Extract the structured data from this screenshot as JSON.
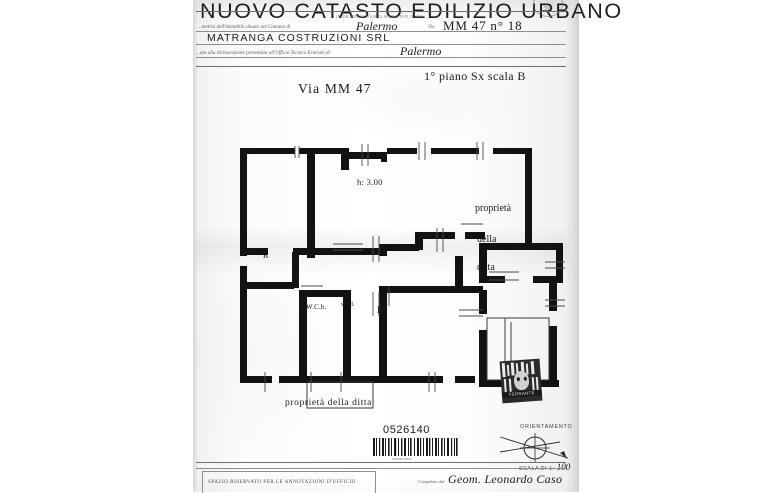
{
  "document": {
    "title": "NUOVO CATASTO EDILIZIO URBANO",
    "subtitle": "(R. DECRETO-LEGGE 13 APRILE 1939, N. 652)",
    "corner_stamp": "20"
  },
  "form": {
    "line1_label": "...metria dell'immobile situato nel Comune di",
    "line1_value": "Palermo",
    "via_label": "Via",
    "via_value": "MM 47 n° 18",
    "owner_value": "MATRANGA COSTRUZIONI SRL",
    "line3_label": "...ata alla dichiarazione presentata all'Ufficio Tecnico Erariale di",
    "line3_value": "Palermo"
  },
  "plan": {
    "street_note": "Via MM 47",
    "floor_note": "1° piano Sx scala B",
    "height_note": "h: 3.00",
    "right_note_line1": "proprietà",
    "right_note_line2": "della",
    "right_note_line3": "ditta",
    "bottom_note": "proprietà della ditta",
    "rooms": [
      {
        "label": "R"
      },
      {
        "label": "W.C.b."
      },
      {
        "label": "wc d."
      },
      {
        "label": "K"
      }
    ]
  },
  "barcode": {
    "number": "0526140",
    "caption": "4202614041"
  },
  "compass": {
    "label": "ORIENTAMENTO",
    "scale_label": "SCALA DI 1:",
    "scale_value": "100"
  },
  "seal": {
    "text": "FERRANTE"
  },
  "footer": {
    "reserved_space": "SPAZIO RISERVATO PER LE ANNOTAZIONI D'UFFICIO",
    "compiled_label": "Compilato dal",
    "compiled_value": "Geom. Leonardo Caso"
  }
}
